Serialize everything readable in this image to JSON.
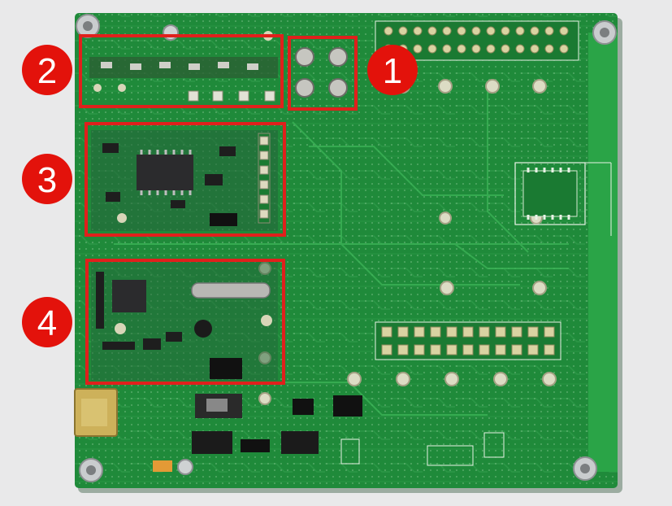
{
  "figure": {
    "subject": "pcb-board-photo",
    "colors": {
      "background": "#e9e9ea",
      "board": "#1f8a3a",
      "board_dark": "#176b2c",
      "silkscreen": "#e8f2e6",
      "highlight": "#e0201c",
      "callout_fill": "#e3120b",
      "callout_text": "#ffffff"
    }
  },
  "callouts": [
    {
      "label": "1",
      "region": "top-center-connector"
    },
    {
      "label": "2",
      "region": "top-left-strip"
    },
    {
      "label": "3",
      "region": "left-middle-ic"
    },
    {
      "label": "4",
      "region": "left-lower-ic"
    }
  ]
}
